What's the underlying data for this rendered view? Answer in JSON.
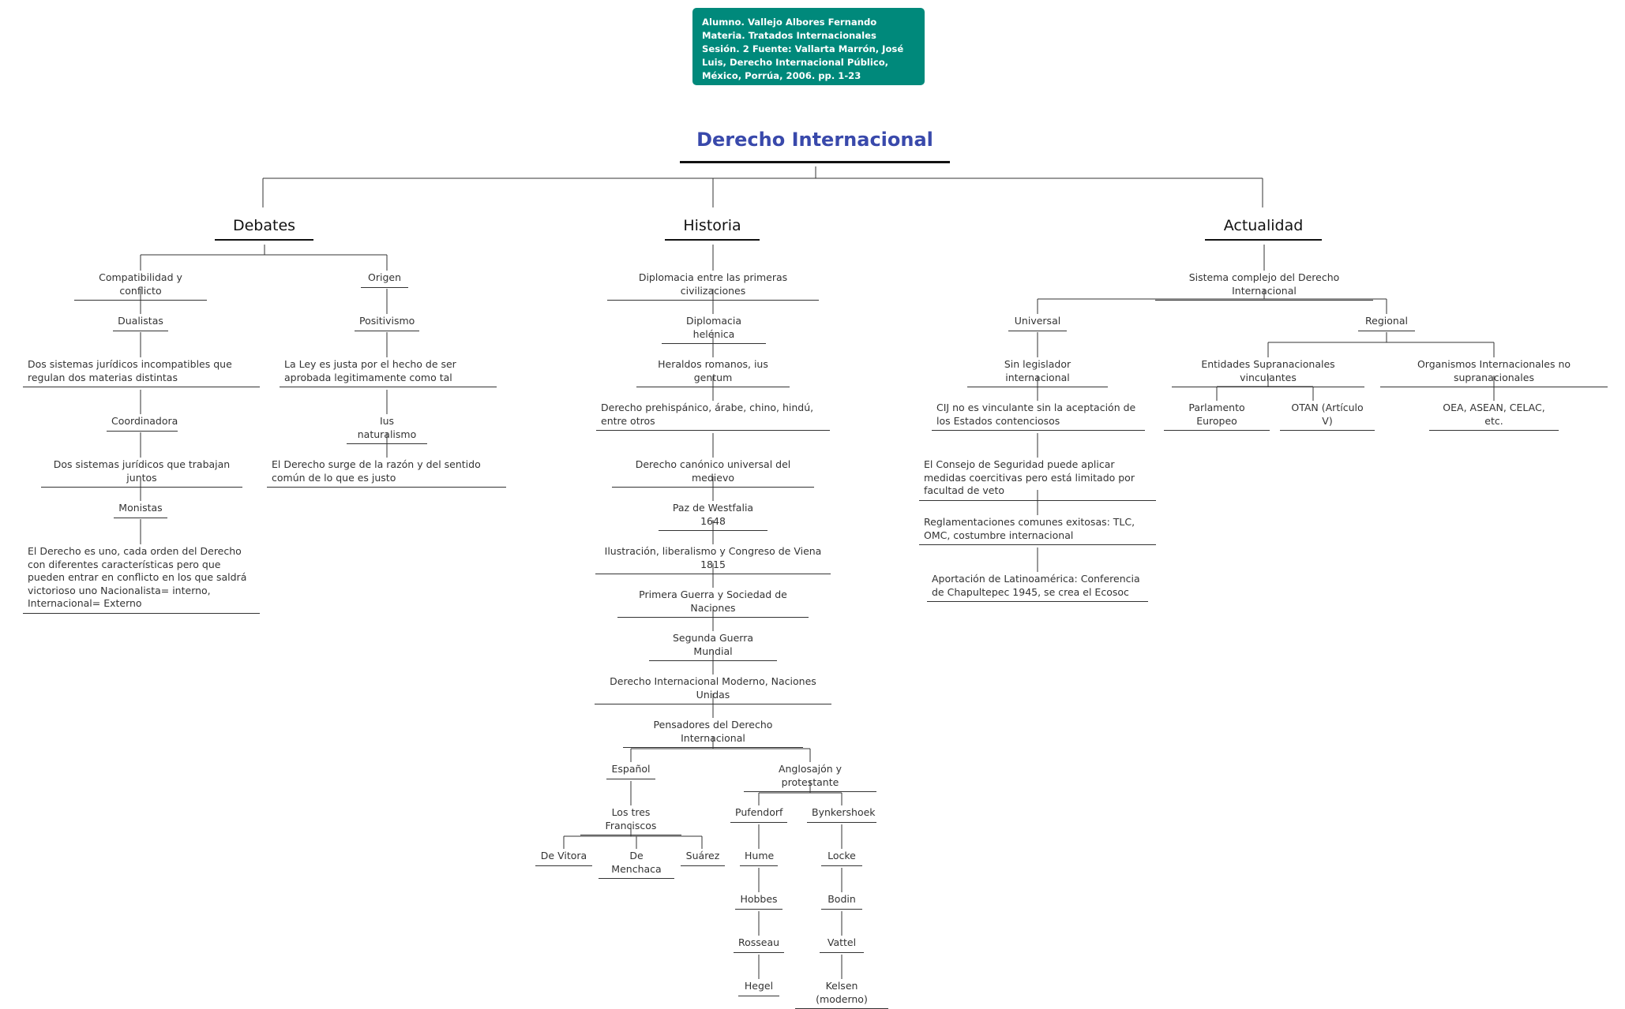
{
  "note": {
    "text": "Alumno. Vallejo Albores Fernando  Materia. Tratados Internacionales Sesión. 2  Fuente: Vallarta Marrón, José Luis, Derecho Internacional Público, México, Porrúa, 2006. pp. 1-23"
  },
  "colors": {
    "note_bg": "#00897b",
    "title": "#3949ab",
    "lines": "#333333"
  },
  "map": {
    "root": "Derecho Internacional",
    "debates": {
      "label": "Debates",
      "compat": "Compatibilidad y conflicto",
      "dualistas": "Dualistas",
      "dualistas_desc": "Dos sistemas jurídicos incompatibles que regulan dos materias distintas",
      "coordinadora": "Coordinadora",
      "coordinadora_desc": "Dos sistemas jurídicos que trabajan juntos",
      "monistas": "Monistas",
      "monistas_desc": "El Derecho es uno, cada orden del Derecho con diferentes características pero que pueden entrar en conflicto en los que saldrá victorioso uno Nacionalista= interno, Internacional= Externo",
      "origen": "Origen",
      "positivismo": "Positivismo",
      "positivismo_desc": "La Ley es justa por el hecho de ser aprobada legitimamente como tal",
      "naturalismo": "Ius naturalismo",
      "naturalismo_desc": "El Derecho surge de la razón y del sentido común de lo que es justo"
    },
    "historia": {
      "label": "Historia",
      "items": [
        "Diplomacia entre las primeras civilizaciones",
        "Diplomacia helénica",
        "Heraldos romanos, ius gentum",
        "Derecho prehispánico, árabe, chino, hindú, entre otros",
        "Derecho canónico universal del medievo",
        "Paz de Westfalia 1648",
        "Ilustración, liberalismo y Congreso de Viena 1815",
        "Primera Guerra y Sociedad de Naciones",
        "Segunda Guerra Mundial",
        "Derecho Internacional Moderno, Naciones Unidas",
        "Pensadores del Derecho Internacional"
      ],
      "espanol": "Español",
      "tres_franciscos": "Los tres Franciscos",
      "vitora": "De Vitora",
      "menchaca": "De Menchaca",
      "suarez": "Suárez",
      "anglo": "Anglosajón y protestante",
      "col1": [
        "Pufendorf",
        "Hume",
        "Hobbes",
        "Rosseau",
        "Hegel"
      ],
      "col2": [
        "Bynkershoek",
        "Locke",
        "Bodin",
        "Vattel",
        "Kelsen (moderno)"
      ]
    },
    "actualidad": {
      "label": "Actualidad",
      "sistema": "Sistema complejo del Derecho Internacional",
      "universal": "Universal",
      "universal_items": [
        "Sin legislador internacional",
        "CIJ no es vinculante sin la aceptación de los Estados contenciosos",
        "El Consejo de Seguridad puede aplicar medidas coercitivas pero está limitado por facultad de veto",
        "Reglamentaciones comunes exitosas: TLC, OMC, costumbre internacional",
        "Aportación de Latinoamérica: Conferencia de Chapultepec 1945, se crea el Ecosoc"
      ],
      "regional": "Regional",
      "entidades": "Entidades Supranacionales vinculantes",
      "parlamento": "Parlamento Europeo",
      "otan": "OTAN (Artículo V)",
      "organismos": "Organismos Internacionales no supranacionales",
      "oea": "OEA, ASEAN, CELAC, etc."
    }
  }
}
